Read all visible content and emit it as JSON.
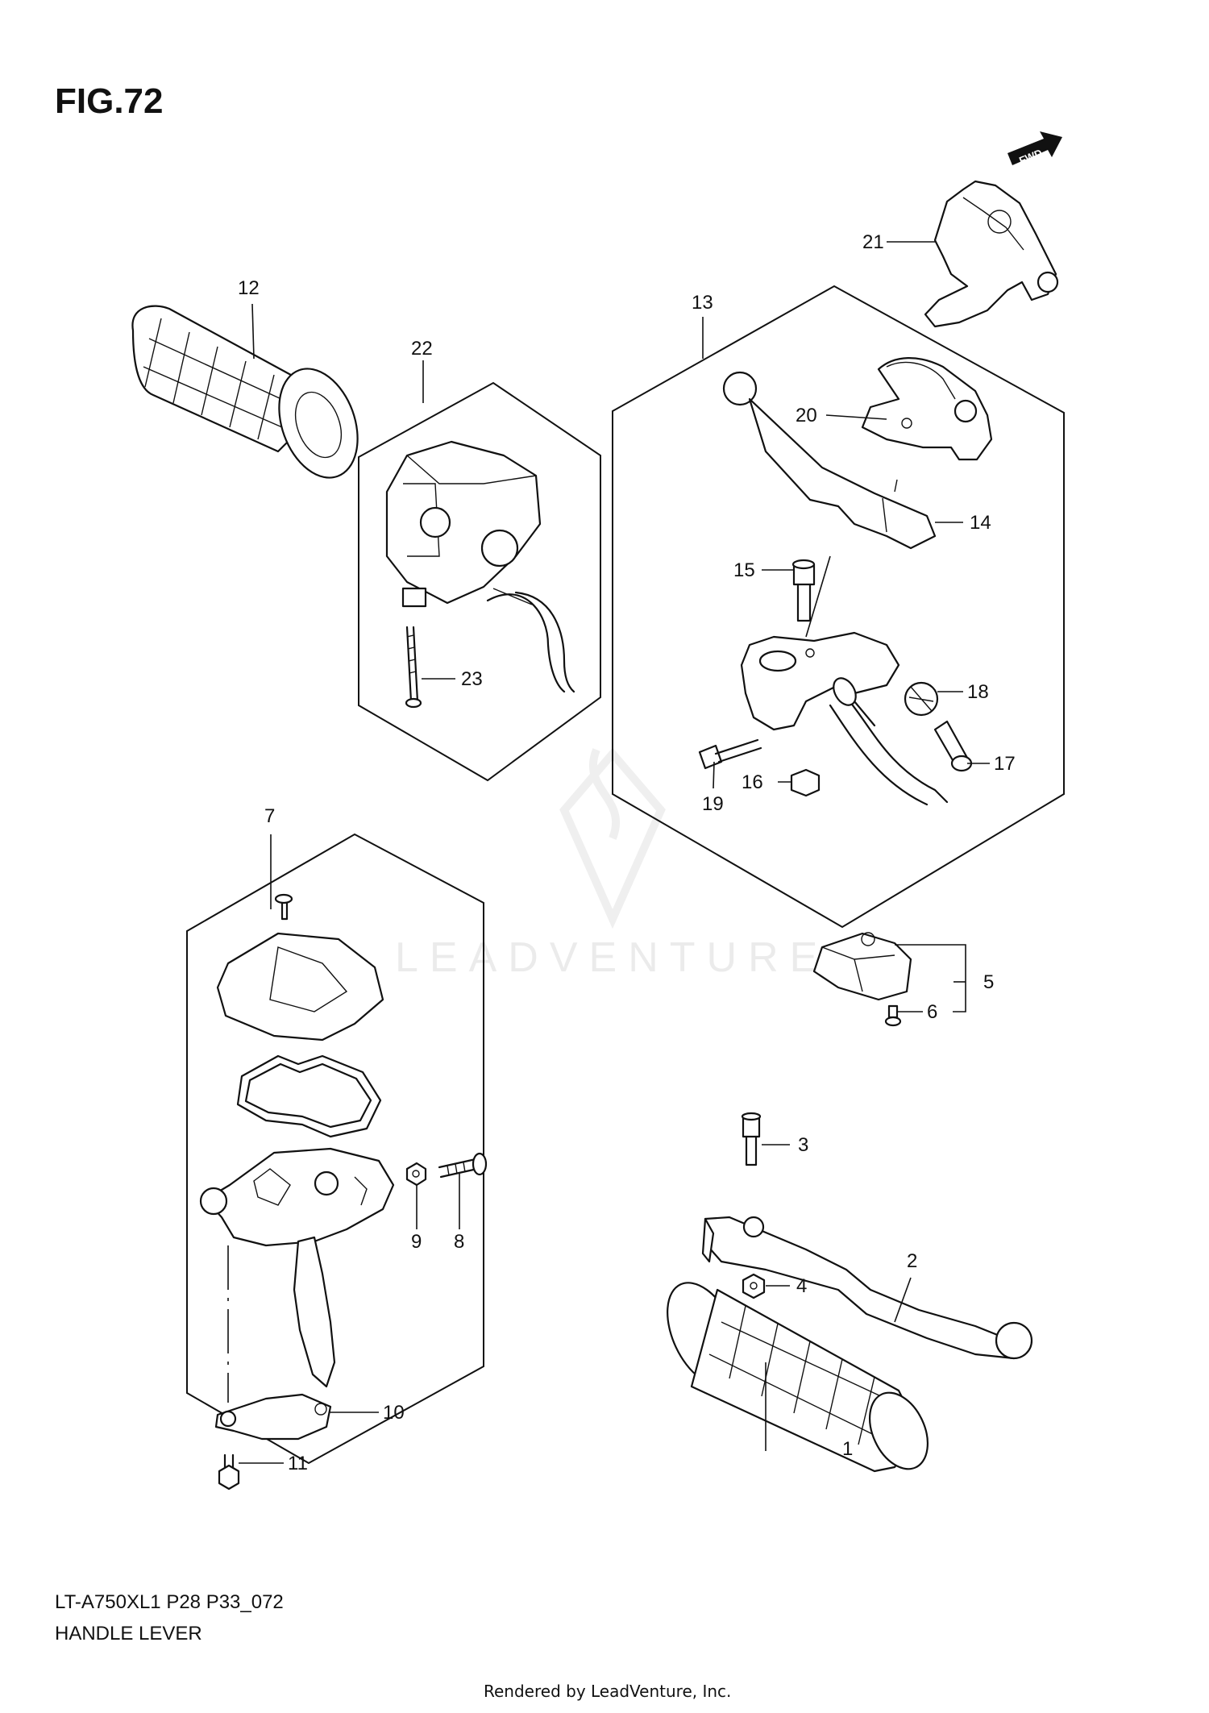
{
  "figure": {
    "title": "FIG.72",
    "model_code": "LT-A750XL1 P28 P33_072",
    "section_name": "HANDLE LEVER",
    "credit": "Rendered by LeadVenture, Inc.",
    "watermark": "LEADVENTURE",
    "fwd_label": "FWD"
  },
  "callouts": [
    {
      "id": "c1",
      "label": "1"
    },
    {
      "id": "c2",
      "label": "2"
    },
    {
      "id": "c3",
      "label": "3"
    },
    {
      "id": "c4",
      "label": "4"
    },
    {
      "id": "c5",
      "label": "5"
    },
    {
      "id": "c6",
      "label": "6"
    },
    {
      "id": "c7",
      "label": "7"
    },
    {
      "id": "c8",
      "label": "8"
    },
    {
      "id": "c9",
      "label": "9"
    },
    {
      "id": "c10",
      "label": "10"
    },
    {
      "id": "c11",
      "label": "11"
    },
    {
      "id": "c12",
      "label": "12"
    },
    {
      "id": "c13",
      "label": "13"
    },
    {
      "id": "c14",
      "label": "14"
    },
    {
      "id": "c15",
      "label": "15"
    },
    {
      "id": "c16",
      "label": "16"
    },
    {
      "id": "c17",
      "label": "17"
    },
    {
      "id": "c18",
      "label": "18"
    },
    {
      "id": "c19",
      "label": "19"
    },
    {
      "id": "c20",
      "label": "20"
    },
    {
      "id": "c21",
      "label": "21"
    },
    {
      "id": "c22",
      "label": "22"
    },
    {
      "id": "c23",
      "label": "23"
    }
  ]
}
